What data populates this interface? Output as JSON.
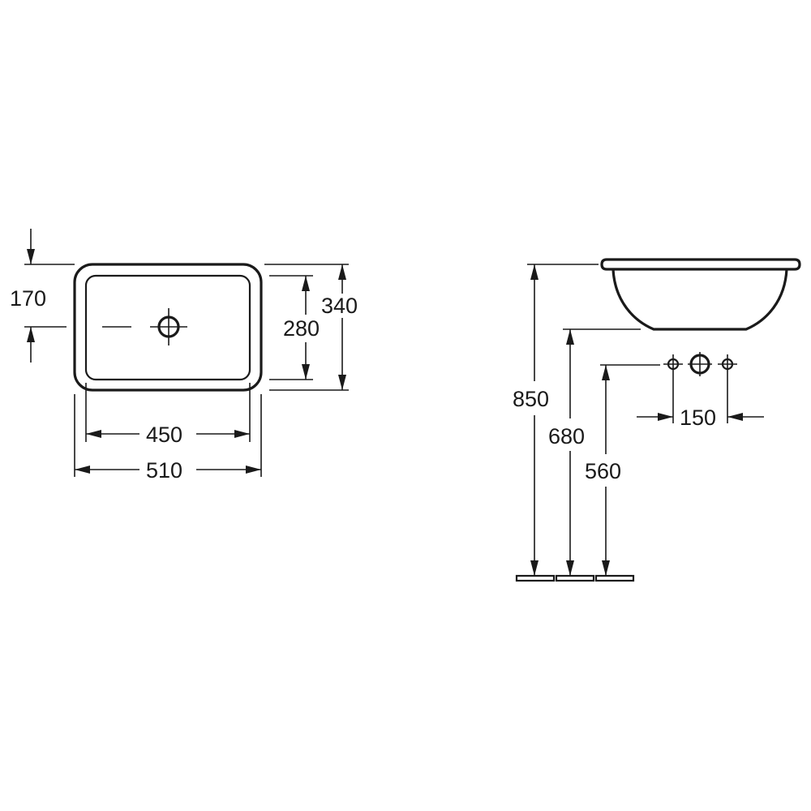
{
  "plan_view": {
    "dim_outer_width": "510",
    "dim_inner_width": "450",
    "dim_outer_depth": "340",
    "dim_inner_depth": "280",
    "dim_drain_offset": "170"
  },
  "side_view": {
    "dim_rim_height": "850",
    "dim_bottom_height": "680",
    "dim_tap_height": "560",
    "dim_tap_spacing": "150"
  }
}
